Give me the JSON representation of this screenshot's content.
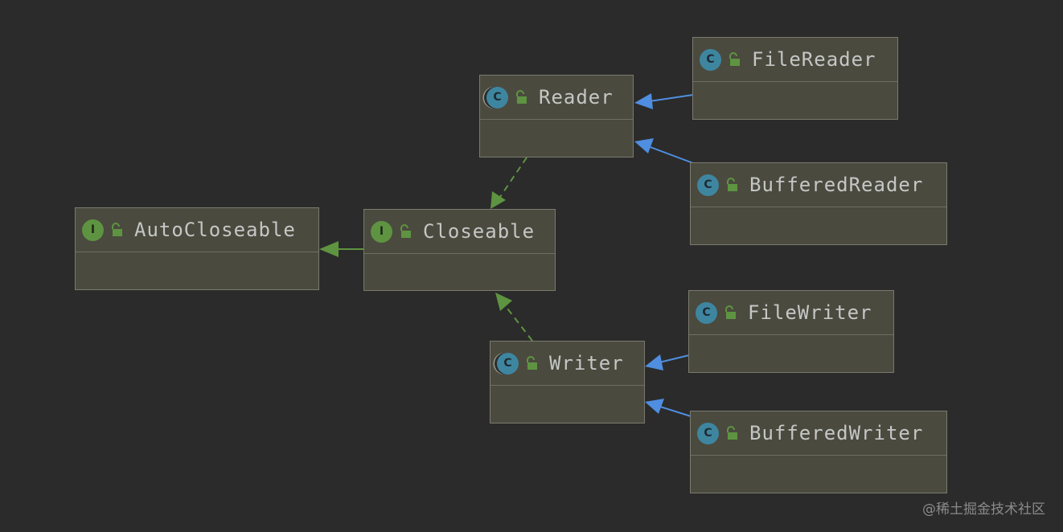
{
  "diagram": {
    "nodes": [
      {
        "id": "autocloseable",
        "kind": "interface",
        "badge": "I",
        "name": "AutoCloseable"
      },
      {
        "id": "closeable",
        "kind": "interface",
        "badge": "I",
        "name": "Closeable"
      },
      {
        "id": "reader",
        "kind": "abstract",
        "badge": "C",
        "name": "Reader"
      },
      {
        "id": "writer",
        "kind": "abstract",
        "badge": "C",
        "name": "Writer"
      },
      {
        "id": "filereader",
        "kind": "class",
        "badge": "C",
        "name": "FileReader"
      },
      {
        "id": "bufferedreader",
        "kind": "class",
        "badge": "C",
        "name": "BufferedReader"
      },
      {
        "id": "filewriter",
        "kind": "class",
        "badge": "C",
        "name": "FileWriter"
      },
      {
        "id": "bufferedwriter",
        "kind": "class",
        "badge": "C",
        "name": "BufferedWriter"
      }
    ],
    "edges": [
      {
        "from": "closeable",
        "to": "autocloseable",
        "type": "extends-interface"
      },
      {
        "from": "reader",
        "to": "closeable",
        "type": "implements"
      },
      {
        "from": "writer",
        "to": "closeable",
        "type": "implements"
      },
      {
        "from": "filereader",
        "to": "reader",
        "type": "extends-class"
      },
      {
        "from": "bufferedreader",
        "to": "reader",
        "type": "extends-class"
      },
      {
        "from": "filewriter",
        "to": "writer",
        "type": "extends-class"
      },
      {
        "from": "bufferedwriter",
        "to": "writer",
        "type": "extends-class"
      }
    ]
  },
  "colors": {
    "background": "#2b2b2b",
    "node_fill": "#4b4a3f",
    "class_badge": "#3e86a0",
    "interface_badge": "#5e9441",
    "extends_arrow": "#4f8ee0",
    "implements_arrow": "#5e9441"
  },
  "watermark": "@稀土掘金技术社区"
}
